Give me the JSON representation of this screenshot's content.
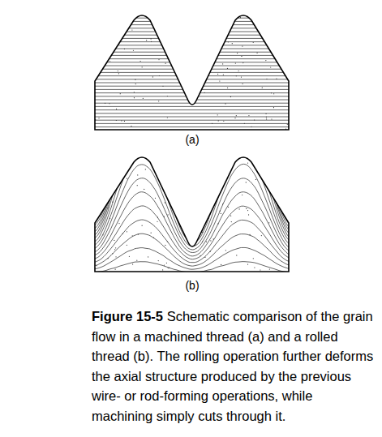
{
  "diagram": {
    "caption": "Schematic comparison of the grain flow in a machined thread (a) and a rolled thread (b). The rolling operation further deforms the axial structure produced by the previous wire- or rod-forming operations, while machining simply cuts through it.",
    "labels": [
      "(a)",
      "(b)",
      "Figure 15-5"
    ]
  }
}
